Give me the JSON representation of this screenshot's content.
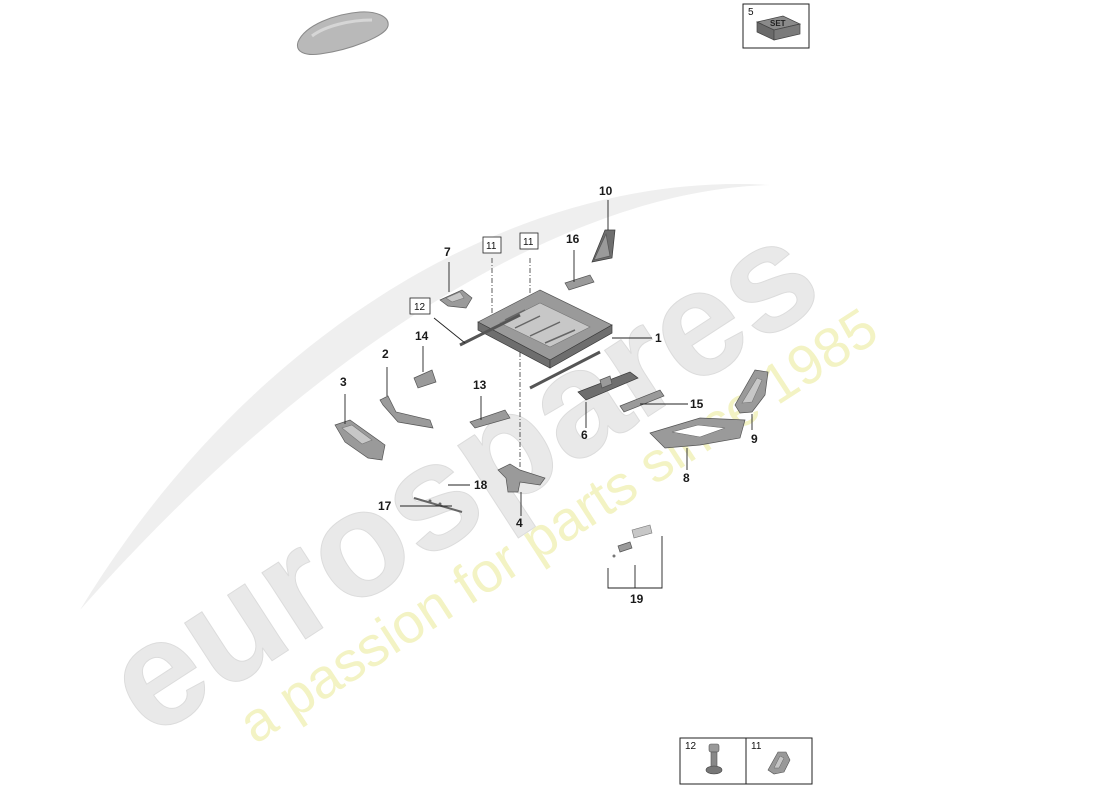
{
  "watermark": {
    "brand": "eurospares",
    "tagline": "a passion for parts since 1985"
  },
  "kit_box": {
    "number": "5",
    "label": "SET"
  },
  "callouts": {
    "c1": "1",
    "c2": "2",
    "c3": "3",
    "c4": "4",
    "c6": "6",
    "c7": "7",
    "c8": "8",
    "c9": "9",
    "c10": "10",
    "c13": "13",
    "c14": "14",
    "c15": "15",
    "c16": "16",
    "c17": "17",
    "c18": "18",
    "c19": "19"
  },
  "boxed_callouts": {
    "b11a": "11",
    "b11b": "11",
    "b12": "12"
  },
  "legend": {
    "item12": "12",
    "item11": "11"
  },
  "colors": {
    "watermark": "#e8e8e8",
    "tagline": "#f4f4c6",
    "part": "#9a9a9a"
  }
}
